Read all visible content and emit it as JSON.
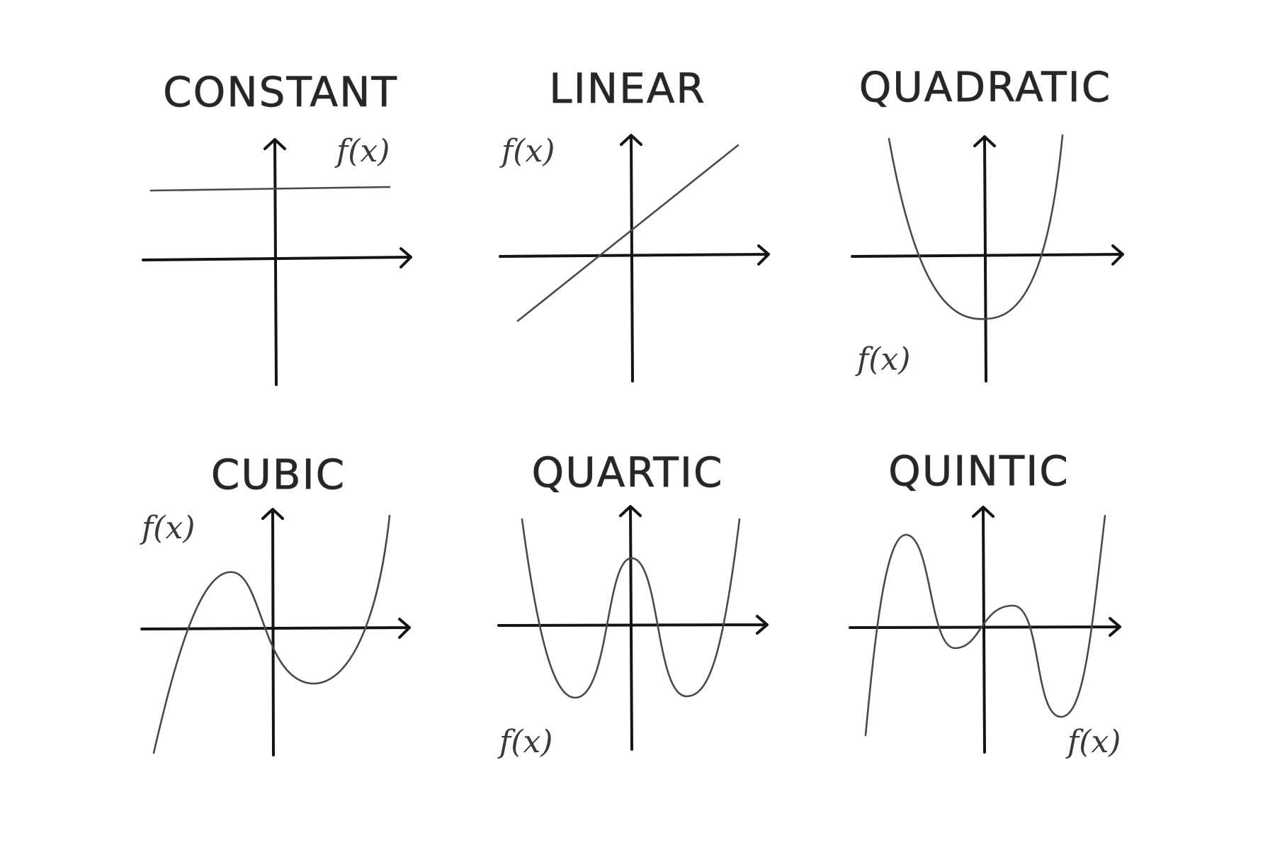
{
  "panels": [
    {
      "title": "CONSTANT",
      "function_label": "f(x)"
    },
    {
      "title": "LINEAR",
      "function_label": "f(x)"
    },
    {
      "title": "QUADRATIC",
      "function_label": "f(x)"
    },
    {
      "title": "CUBIC",
      "function_label": "f(x)"
    },
    {
      "title": "QUARTIC",
      "function_label": "f(x)"
    },
    {
      "title": "QUINTIC",
      "function_label": "f(x)"
    }
  ],
  "colors": {
    "background": "#ffffff",
    "axis": "#141414",
    "curve": "#4a4a4a",
    "text": "#262626"
  }
}
